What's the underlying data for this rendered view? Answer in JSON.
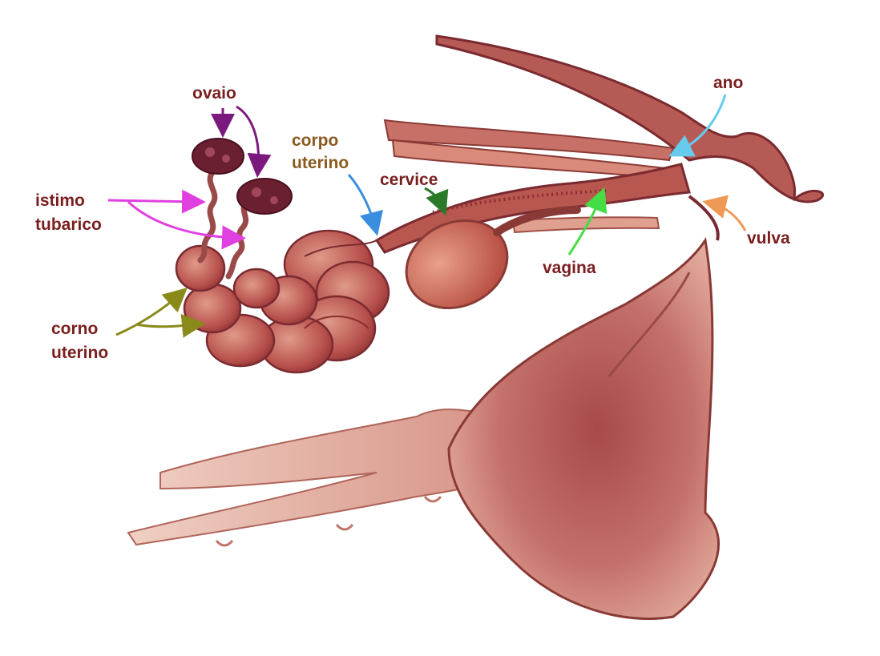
{
  "labels": {
    "ovaio": "ovaio",
    "istimo_line1": "istimo",
    "istimo_line2": "tubarico",
    "corno_line1": "corno",
    "corno_line2": "uterino",
    "corpo_line1": "corpo",
    "corpo_line2": "uterino",
    "cervice": "cervice",
    "vagina": "vagina",
    "ano": "ano",
    "vulva": "vulva"
  },
  "colors": {
    "label_text": "#7a1e1e",
    "arrow_ovaio": "#7b1a7e",
    "arrow_istimo": "#e040e0",
    "arrow_corno": "#8a8a1a",
    "arrow_corpo": "#3a8ee0",
    "arrow_cervice": "#2a7a2a",
    "arrow_vagina": "#44dd44",
    "arrow_ano": "#66ccee",
    "arrow_vulva": "#ee9a55",
    "tissue_dark": "#7a2a30",
    "tissue_mid": "#b5524f",
    "tissue_light": "#d98a7a"
  }
}
